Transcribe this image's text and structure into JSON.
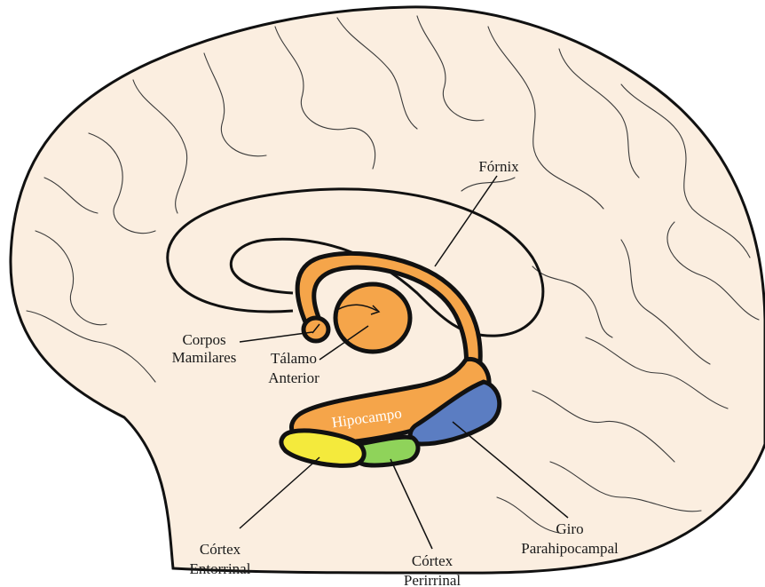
{
  "labels": {
    "fornix": "Fórnix",
    "corpos_line1": "Corpos",
    "corpos_line2": "Mamilares",
    "talamo_line1": "Tálamo",
    "talamo_line2": "Anterior",
    "hipocampo": "Hipocampo",
    "entorrinal_line1": "Córtex",
    "entorrinal_line2": "Entorrinal",
    "perirrinal_line1": "Córtex",
    "perirrinal_line2": "Perirrinal",
    "parahipocampal_line1": "Giro",
    "parahipocampal_line2": "Parahipocampal"
  },
  "colors": {
    "brain_fill": "#fbeee0",
    "outline": "#111111",
    "orange": "#f5a54a",
    "blue": "#5b7dc2",
    "green": "#8fd35a",
    "yellow": "#f4ea3c"
  }
}
